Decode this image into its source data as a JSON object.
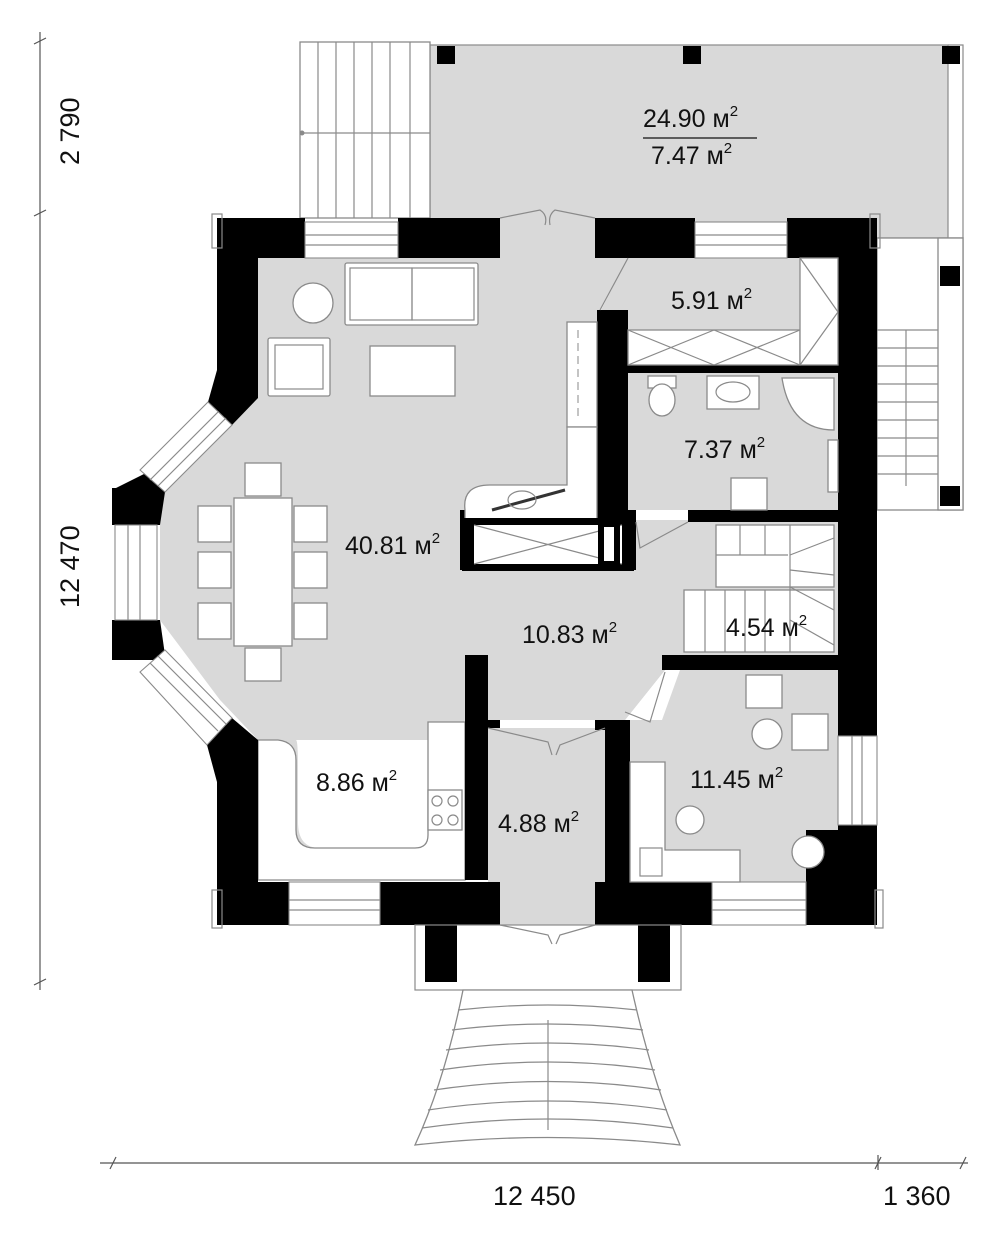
{
  "rooms": {
    "terrace_total": "24.90 м",
    "terrace_covered": "7.47 м",
    "vestibule": "5.91 м",
    "bathroom": "7.37 м",
    "living": "40.81 м",
    "hall": "10.83 м",
    "stairs": "4.54 м",
    "kitchen": "8.86 м",
    "entry": "4.88 м",
    "study": "11.45 м",
    "unit_sup": "2"
  },
  "dimensions": {
    "top_left": "2 790",
    "left": "12 470",
    "bottom": "12 450",
    "bottom_right": "1 360"
  },
  "colors": {
    "wall": "#000000",
    "floor": "#d9d9d9",
    "line": "#8a8a8a"
  }
}
